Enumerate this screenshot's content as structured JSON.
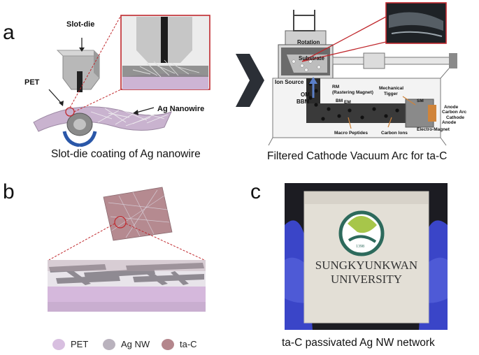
{
  "panels": {
    "a": {
      "letter": "a",
      "left_caption": "Slot-die coating of Ag nanowire",
      "right_caption": "Filtered Cathode Vacuum Arc for ta-C",
      "labels": {
        "slot_die": "Slot-die",
        "pet": "PET",
        "ag_nanowire": "Ag Nanowire",
        "rotation": "Rotation",
        "substrate": "Substrate",
        "ion_source": "Ion Source",
        "om": "OM",
        "bbm": "BBM",
        "rm": "RM",
        "rastering": "(Rastering Magnet)",
        "bm": "BM",
        "em": "EM",
        "mechanical": "Mechanical",
        "tigger": "Tigger",
        "sm": "SM",
        "anode1": "Anode",
        "carbon_arc": "Carbon Arc",
        "cathode": "Cathode",
        "anode2": "Anode",
        "electro_magnet": "Electro-Magnet",
        "macro_peptides": "Macro Peptides",
        "carbon_ions": "Carbon Ions"
      }
    },
    "b": {
      "letter": "b",
      "legend": [
        {
          "label": "PET",
          "color": "#d8bfe0"
        },
        {
          "label": "Ag NW",
          "color": "#b9b2bd"
        },
        {
          "label": "ta-C",
          "color": "#b4868c"
        }
      ]
    },
    "c": {
      "letter": "c",
      "caption": "ta-C passivated Ag NW network",
      "logo": {
        "line1": "SUNGKYUNKWAN",
        "line2": "UNIVERSITY",
        "year": "1398"
      }
    }
  },
  "colors": {
    "outline_red": "#c0282d",
    "arrow": "#2b2f36",
    "glove": "#3a45c8"
  }
}
